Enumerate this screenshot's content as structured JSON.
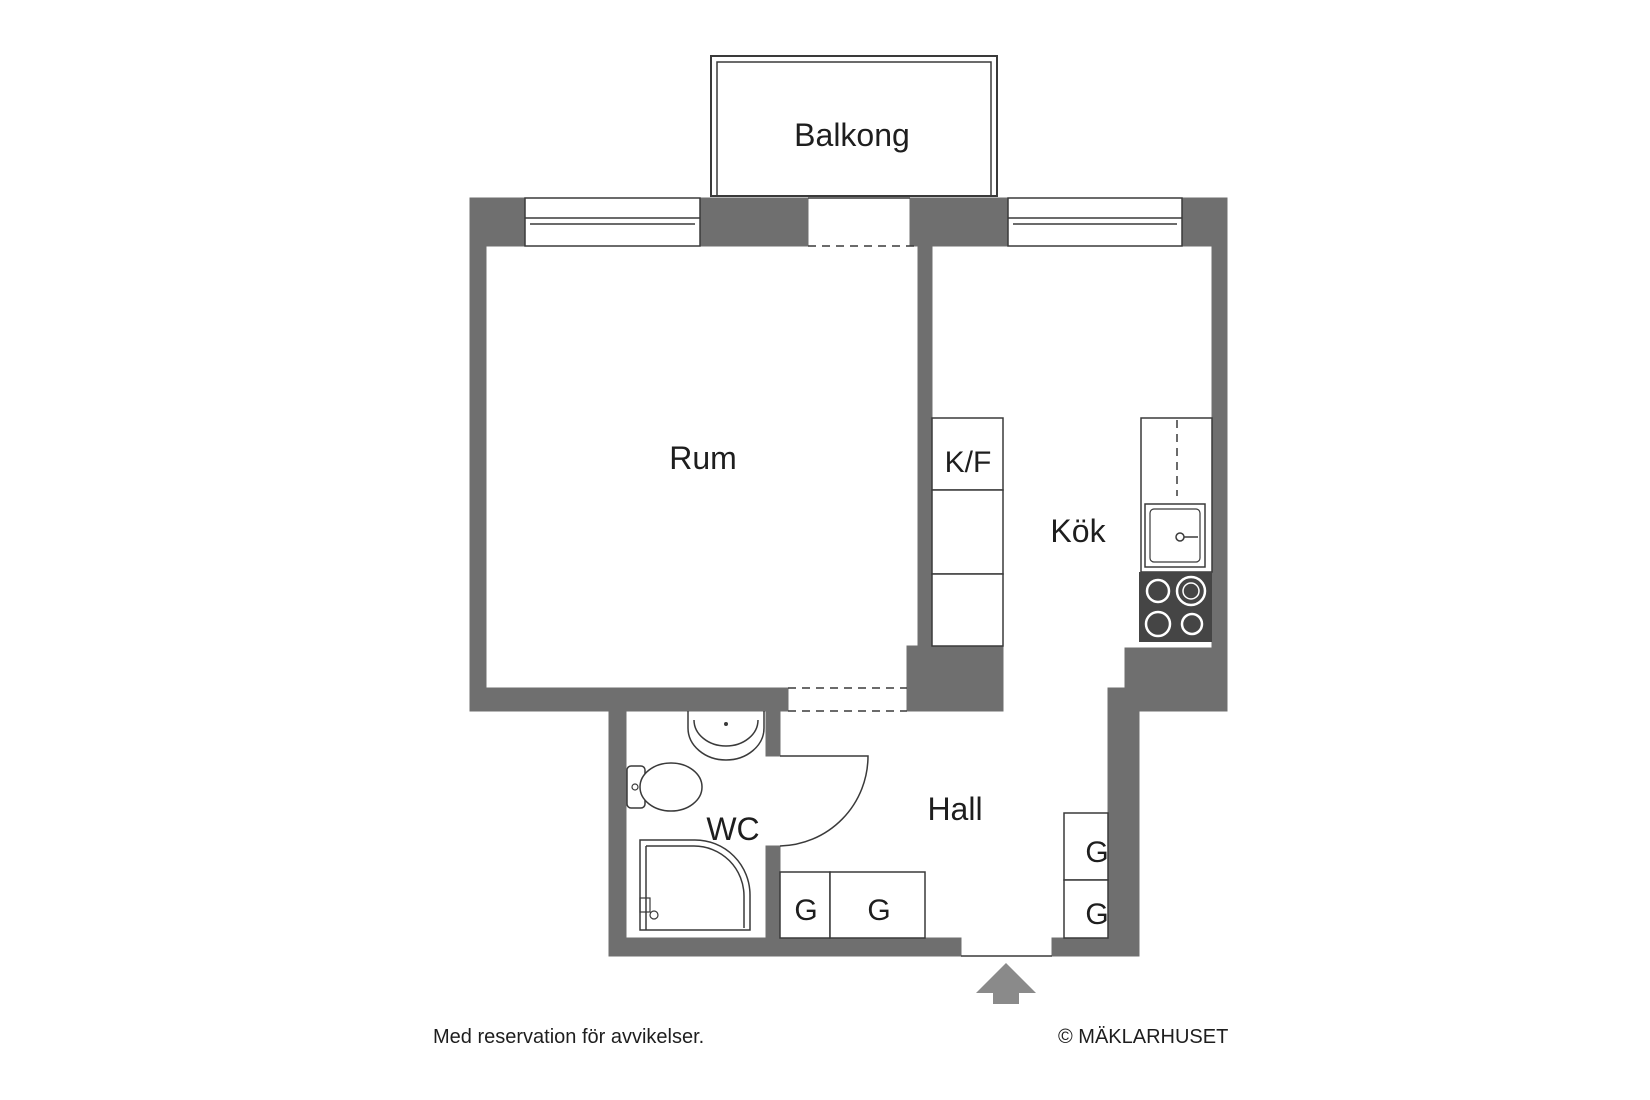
{
  "rooms": {
    "balcony": "Balkong",
    "room": "Rum",
    "kitchen": "Kök",
    "hall": "Hall",
    "wc": "WC"
  },
  "fixtures": {
    "fridge_freezer": "K/F",
    "wardrobe": "G"
  },
  "footer": {
    "disclaimer": "Med reservation för avvikelser.",
    "copyright": "© MÄKLARHUSET"
  },
  "colors": {
    "wall": "#6f6f6f",
    "line": "#3a3a3a",
    "stove": "#454545",
    "arrow": "#8a8a8a"
  }
}
